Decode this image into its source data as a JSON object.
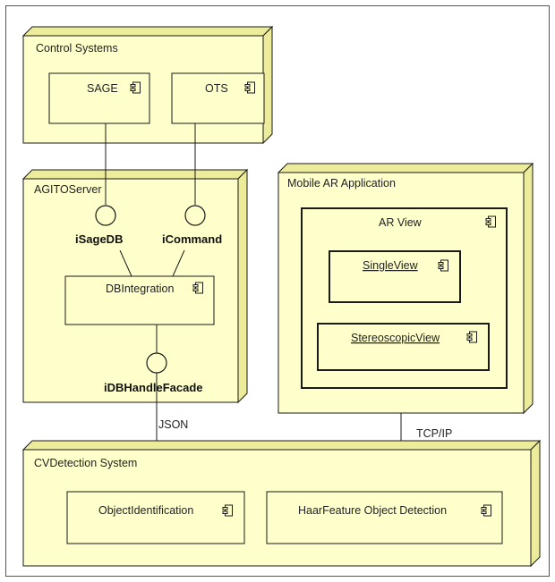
{
  "colors": {
    "node_fill": "#ffffcc",
    "node_side": "#ecec9a",
    "stroke": "#1a1a1a",
    "frame": "#555555",
    "background": "#ffffff"
  },
  "nodes": {
    "control_systems": "Control Systems",
    "agito_server": "AGITOServer",
    "mobile_ar": "Mobile AR Application",
    "cv_detection": "CVDetection System"
  },
  "components": {
    "sage": "SAGE",
    "ots": "OTS",
    "db_integration": "DBIntegration",
    "ar_view": "AR View",
    "single_view": "SingleView",
    "stereoscopic_view": "StereoscopicView",
    "object_identification": "ObjectIdentification",
    "haar_feature": "HaarFeature Object Detection"
  },
  "interfaces": {
    "isage_db": "iSageDB",
    "icommand": "iCommand",
    "idb_handle_facade": "iDBHandleFacade"
  },
  "connectors": {
    "json": "JSON",
    "tcp_ip": "TCP/IP"
  },
  "icons": [
    "component-icon"
  ]
}
